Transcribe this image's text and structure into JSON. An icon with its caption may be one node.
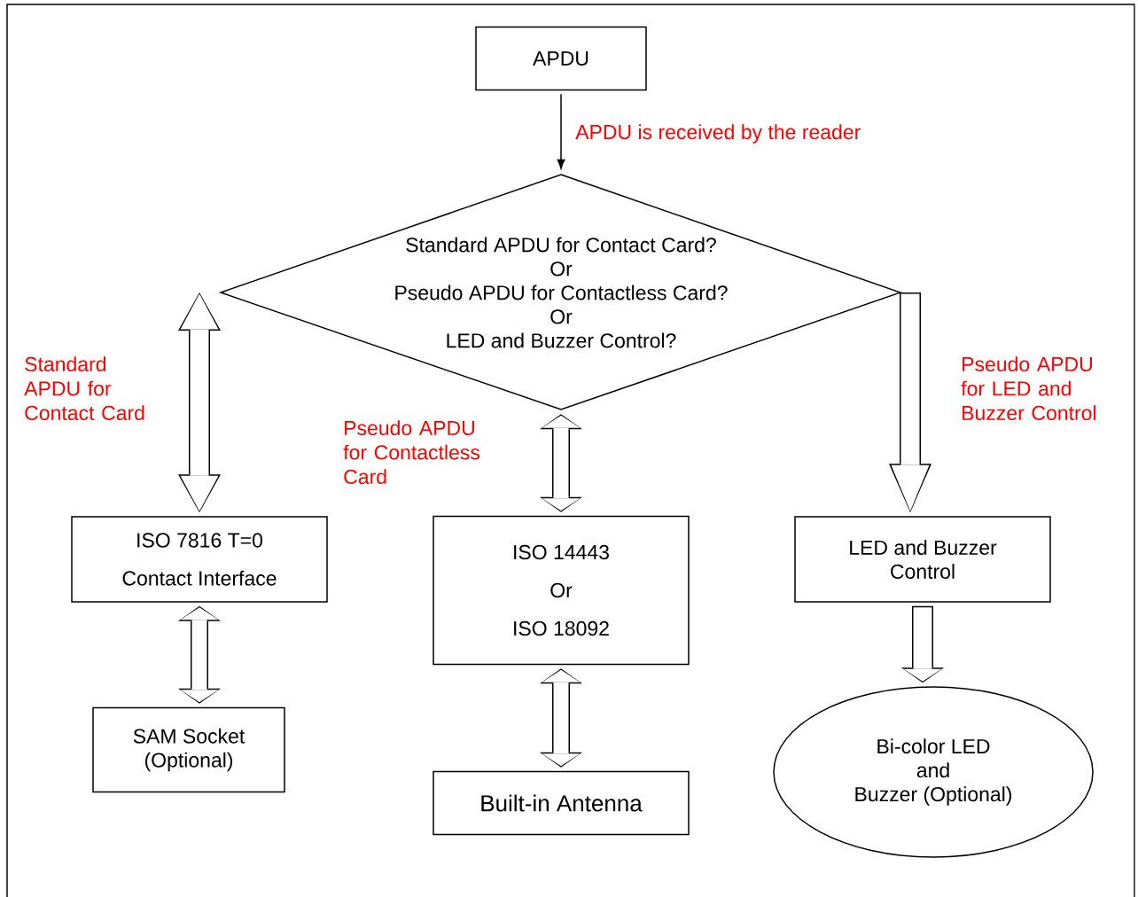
{
  "diagram": {
    "nodes": [
      {
        "text": [
          "APDU"
        ]
      },
      {
        "text": [
          "Standard APDU for Contact Card?",
          "Or",
          "Pseudo APDU for Contactless Card?",
          "Or",
          "LED and Buzzer Control?"
        ]
      },
      {
        "text": [
          "ISO 7816 T=0",
          "Contact Interface"
        ]
      },
      {
        "text": [
          "ISO 14443",
          "Or",
          "ISO 18092"
        ]
      },
      {
        "text": [
          "LED and Buzzer",
          "Control"
        ]
      },
      {
        "text": [
          "SAM Socket",
          "(Optional)"
        ]
      },
      {
        "text": [
          "Built-in Antenna"
        ]
      },
      {
        "text": [
          "Bi-color LED",
          "and",
          "Buzzer (Optional)"
        ]
      }
    ],
    "edges": [
      {
        "from": 0,
        "to": 1,
        "arrow": "to",
        "label": "APDU is received by the reader",
        "color": "#000000"
      },
      {
        "from": 1,
        "to": 2,
        "arrow": "both",
        "label": "Standard APDU for Contact Card"
      },
      {
        "from": 1,
        "to": 3,
        "arrow": "both",
        "label": "Pseudo APDU for Contactless Card"
      },
      {
        "from": 1,
        "to": 4,
        "arrow": "to",
        "label": "Pseudo APDU for LED and Buzzer Control",
        "color": "#000000"
      },
      {
        "from": 2,
        "to": 5,
        "arrow": "both"
      },
      {
        "from": 3,
        "to": 6,
        "arrow": "both"
      },
      {
        "from": 4,
        "to": 7,
        "arrow": "to",
        "color": "#000000"
      }
    ]
  }
}
